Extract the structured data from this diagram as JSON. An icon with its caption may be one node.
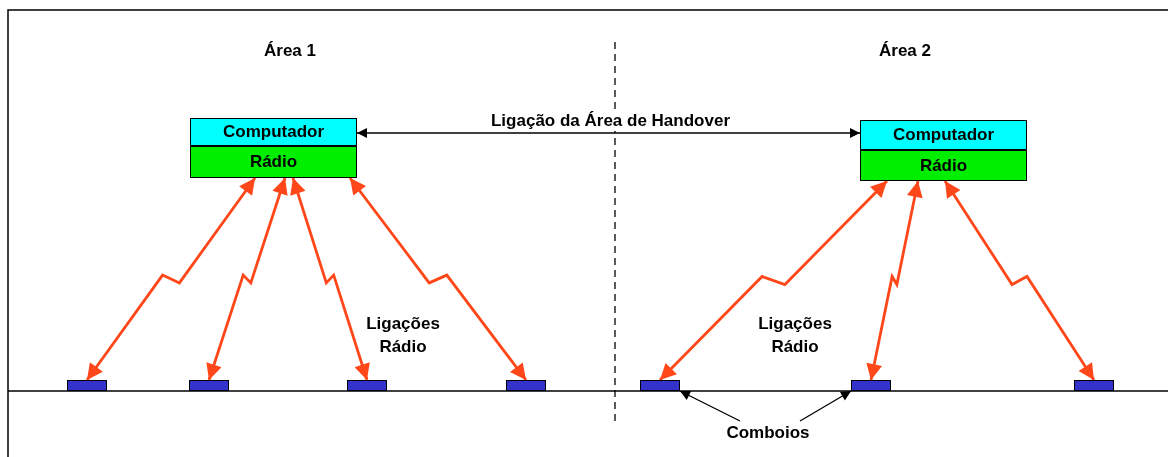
{
  "diagram": {
    "nodes": [
      {
        "text": [
          "Computador"
        ]
      },
      {
        "text": [
          "Rádio"
        ]
      },
      {
        "text": [
          "Computador"
        ]
      },
      {
        "text": [
          "Rádio"
        ]
      },
      {
        "text": [],
        "shape": "bar"
      },
      {
        "text": [],
        "shape": "bar"
      },
      {
        "text": [],
        "shape": "bar"
      },
      {
        "text": [],
        "shape": "bar"
      },
      {
        "text": [],
        "shape": "bar"
      },
      {
        "text": [],
        "shape": "bar"
      },
      {
        "text": [],
        "shape": "bar"
      },
      {
        "text": [
          "Comboios"
        ]
      }
    ],
    "edges": [
      {
        "from": 0,
        "to": 2,
        "arrow": "both",
        "label": "Ligação da Área de Handover",
        "color": "#000000"
      },
      {
        "from": 1,
        "to": 4,
        "arrow": "both"
      },
      {
        "from": 1,
        "to": 5,
        "arrow": "both"
      },
      {
        "from": 1,
        "to": 6,
        "arrow": "both"
      },
      {
        "from": 1,
        "to": 7,
        "arrow": "both"
      },
      {
        "from": 3,
        "to": 8,
        "arrow": "both"
      },
      {
        "from": 3,
        "to": 9,
        "arrow": "both"
      },
      {
        "from": 3,
        "to": 10,
        "arrow": "both"
      },
      {
        "from": 11,
        "to": 8,
        "arrow": "to",
        "color": "#000000"
      },
      {
        "from": 11,
        "to": 9,
        "arrow": "to",
        "color": "#000000"
      }
    ],
    "labels": [
      "Área 1",
      "Área 2",
      "Ligações Rádio",
      "Ligações Rádio"
    ]
  }
}
